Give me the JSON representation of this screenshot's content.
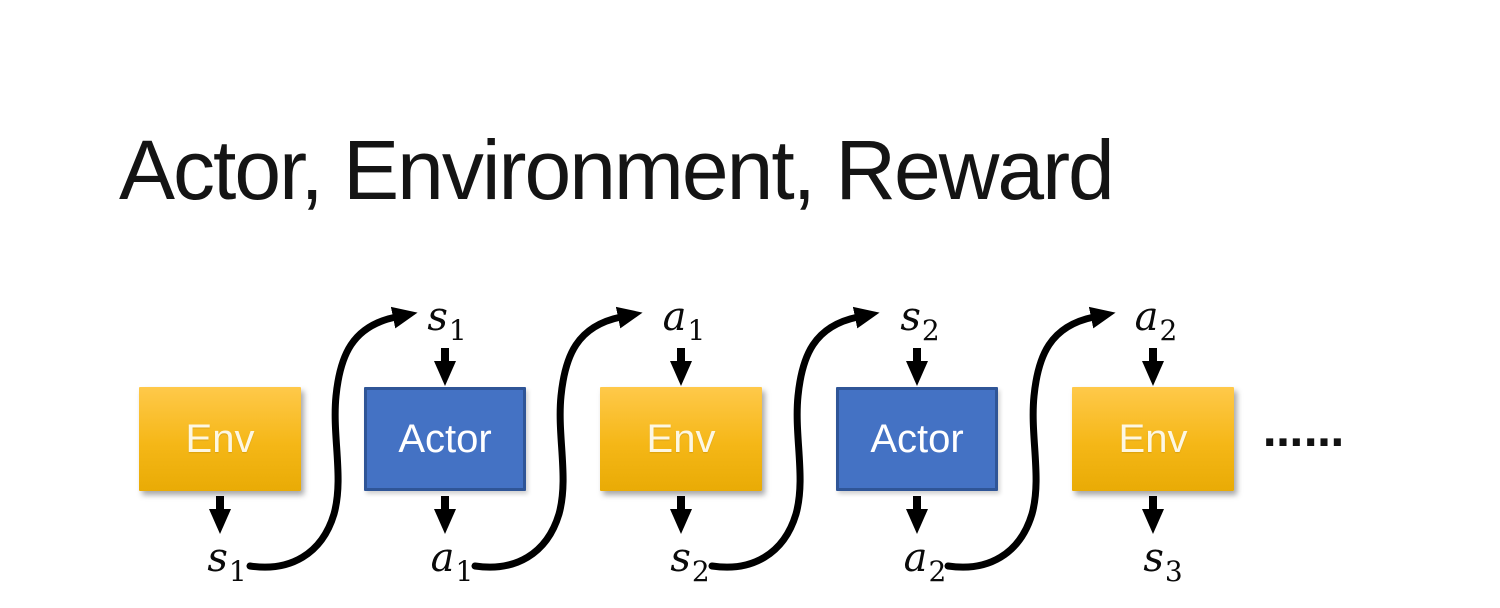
{
  "slide": {
    "title": "Actor, Environment, Reward"
  },
  "diagram": {
    "boxes": [
      {
        "label": "Env"
      },
      {
        "label": "Actor"
      },
      {
        "label": "Env"
      },
      {
        "label": "Actor"
      },
      {
        "label": "Env"
      }
    ],
    "top_labels": [
      {
        "base": "s",
        "sub": "1"
      },
      {
        "base": "a",
        "sub": "1"
      },
      {
        "base": "s",
        "sub": "2"
      },
      {
        "base": "a",
        "sub": "2"
      }
    ],
    "bottom_labels": [
      {
        "base": "s",
        "sub": "1"
      },
      {
        "base": "a",
        "sub": "1"
      },
      {
        "base": "s",
        "sub": "2"
      },
      {
        "base": "a",
        "sub": "2"
      },
      {
        "base": "s",
        "sub": "3"
      }
    ],
    "ellipsis": "……",
    "colors": {
      "env_gradient_top": "#FFC94A",
      "env_gradient_bottom": "#E9AB05",
      "env_text": "#FDF7E3",
      "actor_fill": "#4472C4",
      "actor_border": "#2F5597",
      "actor_text": "#FFFFFF",
      "arrow": "#000000",
      "title_text": "#141414",
      "background": "#FFFFFF"
    }
  }
}
